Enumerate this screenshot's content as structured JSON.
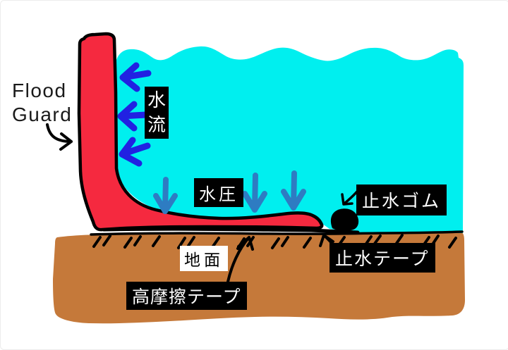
{
  "title": "Flood Guard diagram",
  "labels": {
    "flood_guard_line1": "Flood",
    "flood_guard_line2": "Guard",
    "water_flow": "水流",
    "water_pressure": "水圧",
    "water_stop_rubber": "止水ゴム",
    "ground": "地面",
    "water_stop_tape": "止水テープ",
    "high_friction_tape": "高摩擦テープ"
  },
  "colors": {
    "water": "#00EFEF",
    "barrier": "#F5293F",
    "ground": "#C5793A",
    "flow_arrow": "#2121E2",
    "pressure_arrow": "#2E7CC2",
    "annotation": "#000000",
    "label_bg": "#000000",
    "label_text": "#FFFFFF"
  }
}
